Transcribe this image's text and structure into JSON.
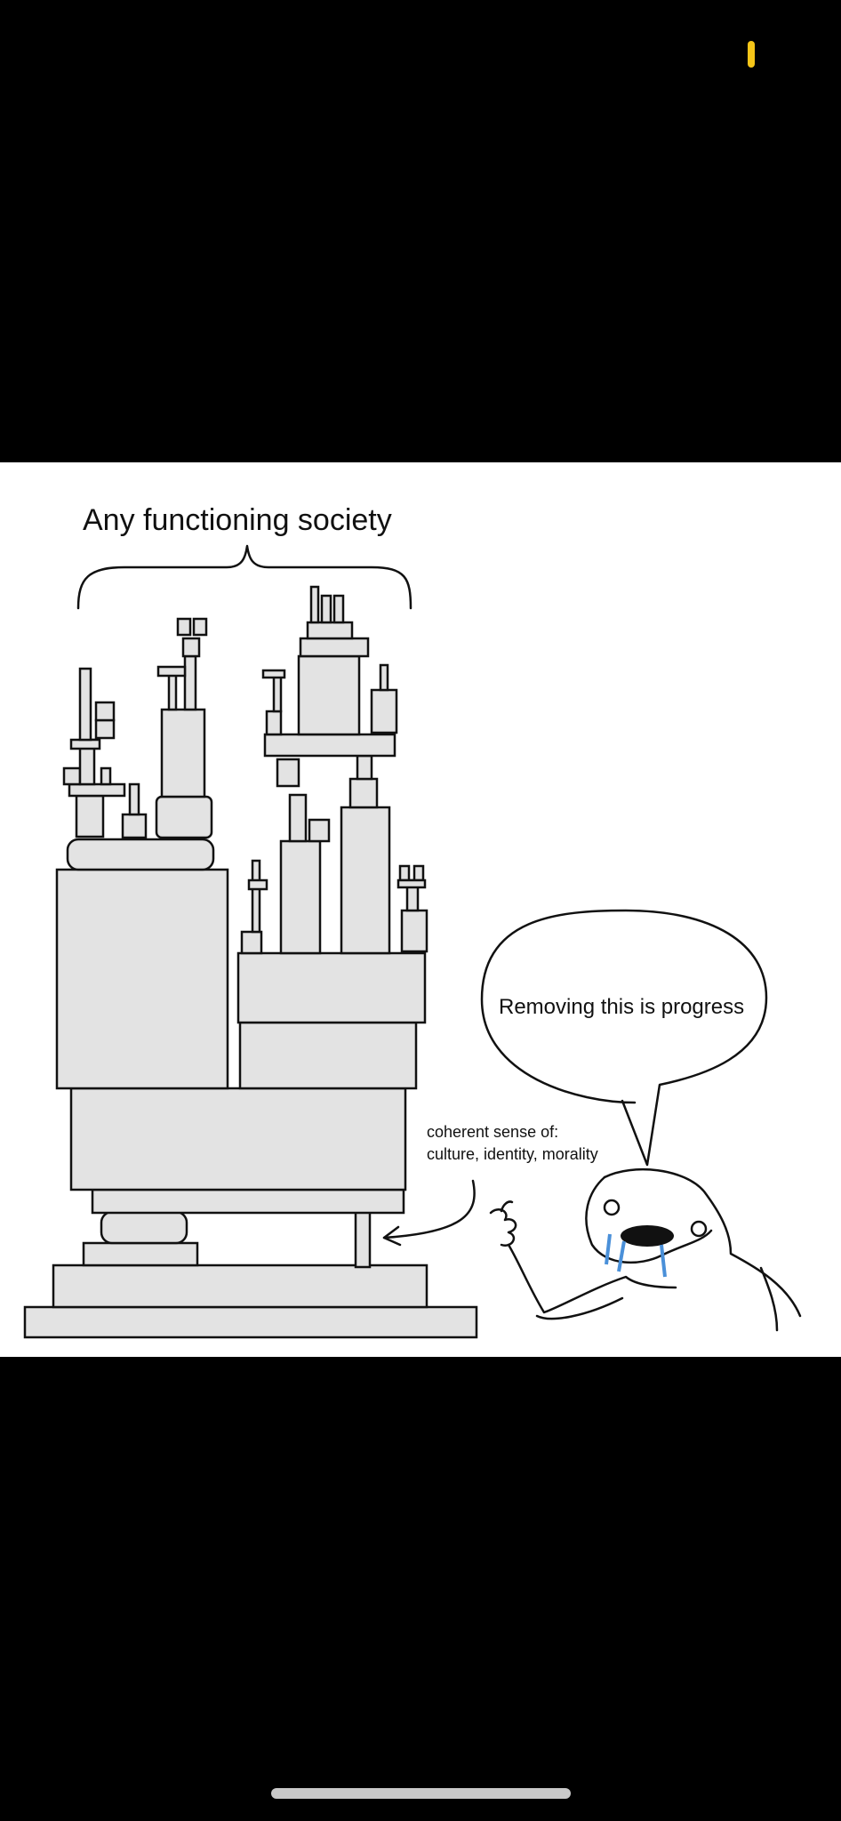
{
  "status_bar": {
    "battery_icon": "battery-icon",
    "battery_color": "#f5c518"
  },
  "comic": {
    "title": "Any functioning society",
    "speech_bubble": "Removing this is progress",
    "annotation_line1": "coherent sense of:",
    "annotation_line2": "culture, identity, morality"
  },
  "colors": {
    "background": "#000000",
    "panel": "#ffffff",
    "blocks": "#e3e3e3",
    "tears": "#4a90d9"
  }
}
